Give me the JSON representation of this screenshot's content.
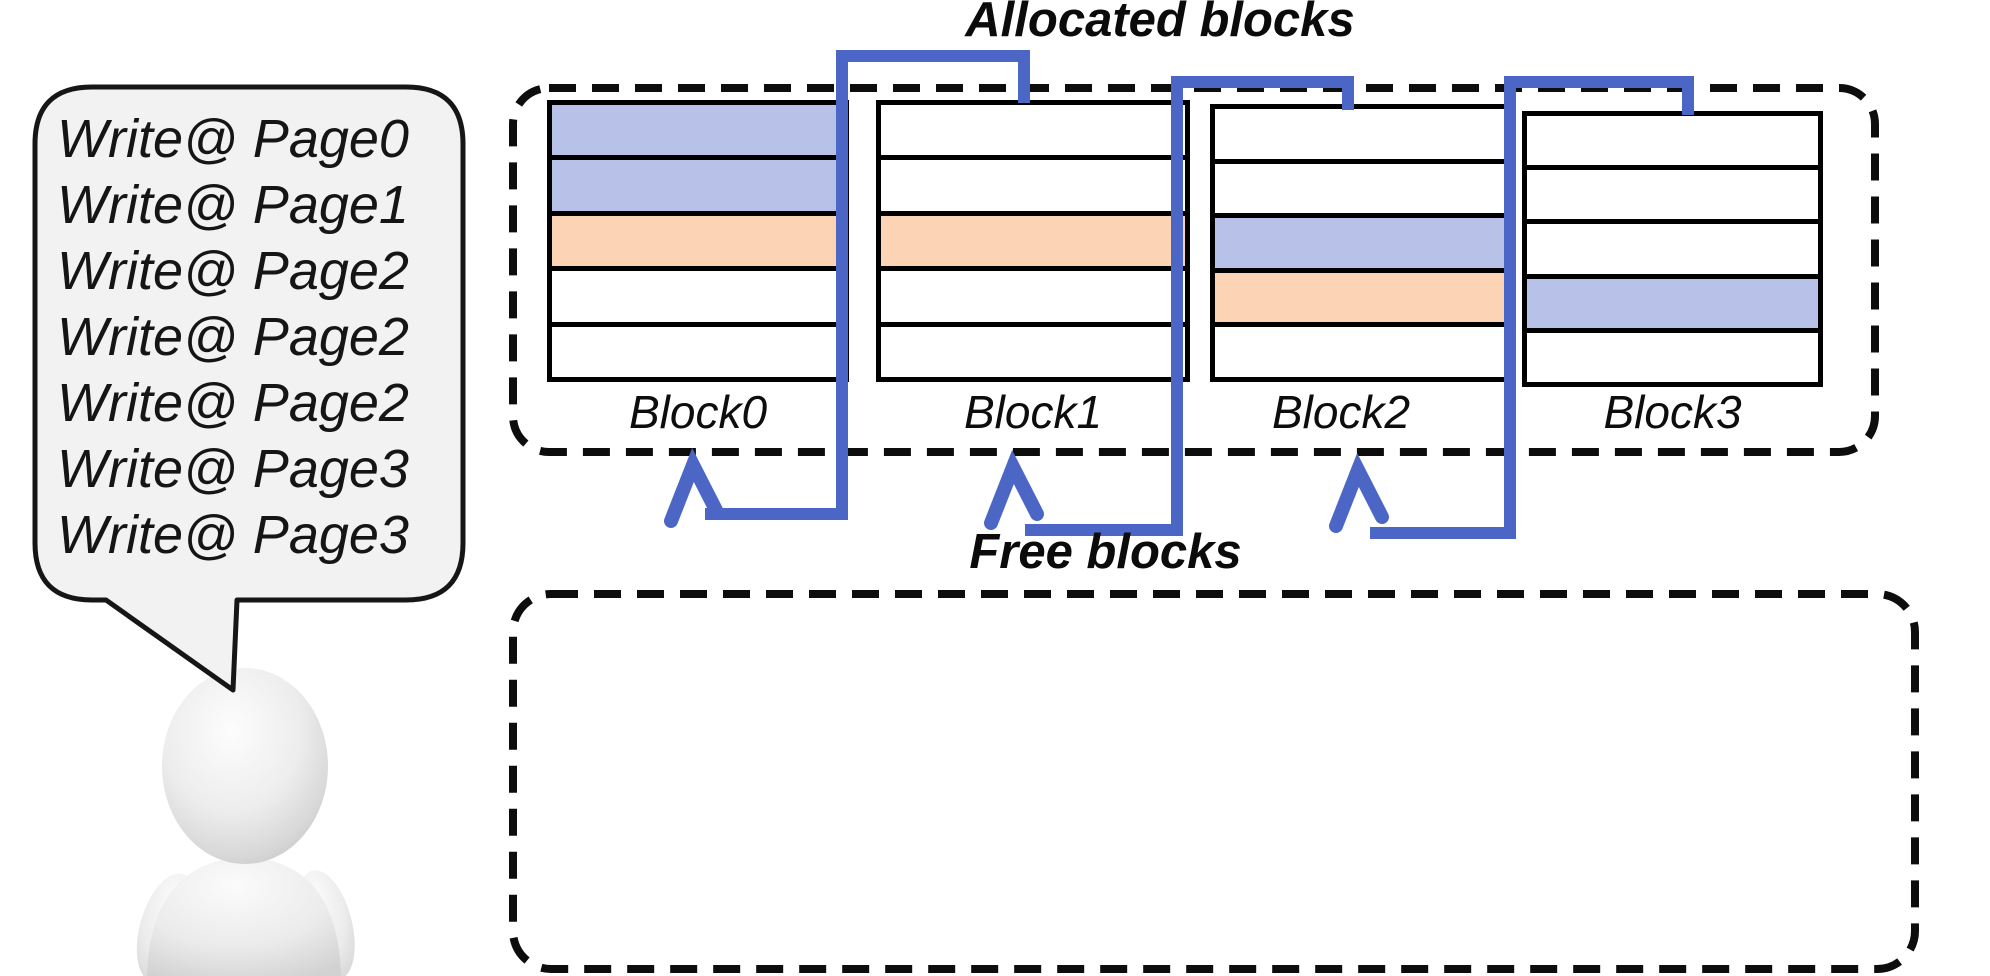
{
  "titles": {
    "allocated": "Allocated blocks",
    "free": "Free blocks"
  },
  "speech_bubble": {
    "lines": [
      "Write@ Page0",
      "Write@ Page1",
      "Write@ Page2",
      "Write@ Page2",
      "Write@ Page2",
      "Write@ Page3",
      "Write@ Page3"
    ]
  },
  "blocks": [
    {
      "label": "Block0",
      "pages": [
        "blue",
        "blue",
        "orange",
        "white",
        "white"
      ]
    },
    {
      "label": "Block1",
      "pages": [
        "white",
        "white",
        "orange",
        "white",
        "white"
      ]
    },
    {
      "label": "Block2",
      "pages": [
        "white",
        "white",
        "blue",
        "orange",
        "white"
      ]
    },
    {
      "label": "Block3",
      "pages": [
        "white",
        "white",
        "white",
        "blue",
        "white"
      ]
    }
  ],
  "colors": {
    "page_blue": "#b8c2e8",
    "page_orange": "#fcd3b5",
    "connector_blue": "#4b66c5",
    "bubble_fill": "#f2f2f2",
    "outline": "#0d0d0d"
  }
}
